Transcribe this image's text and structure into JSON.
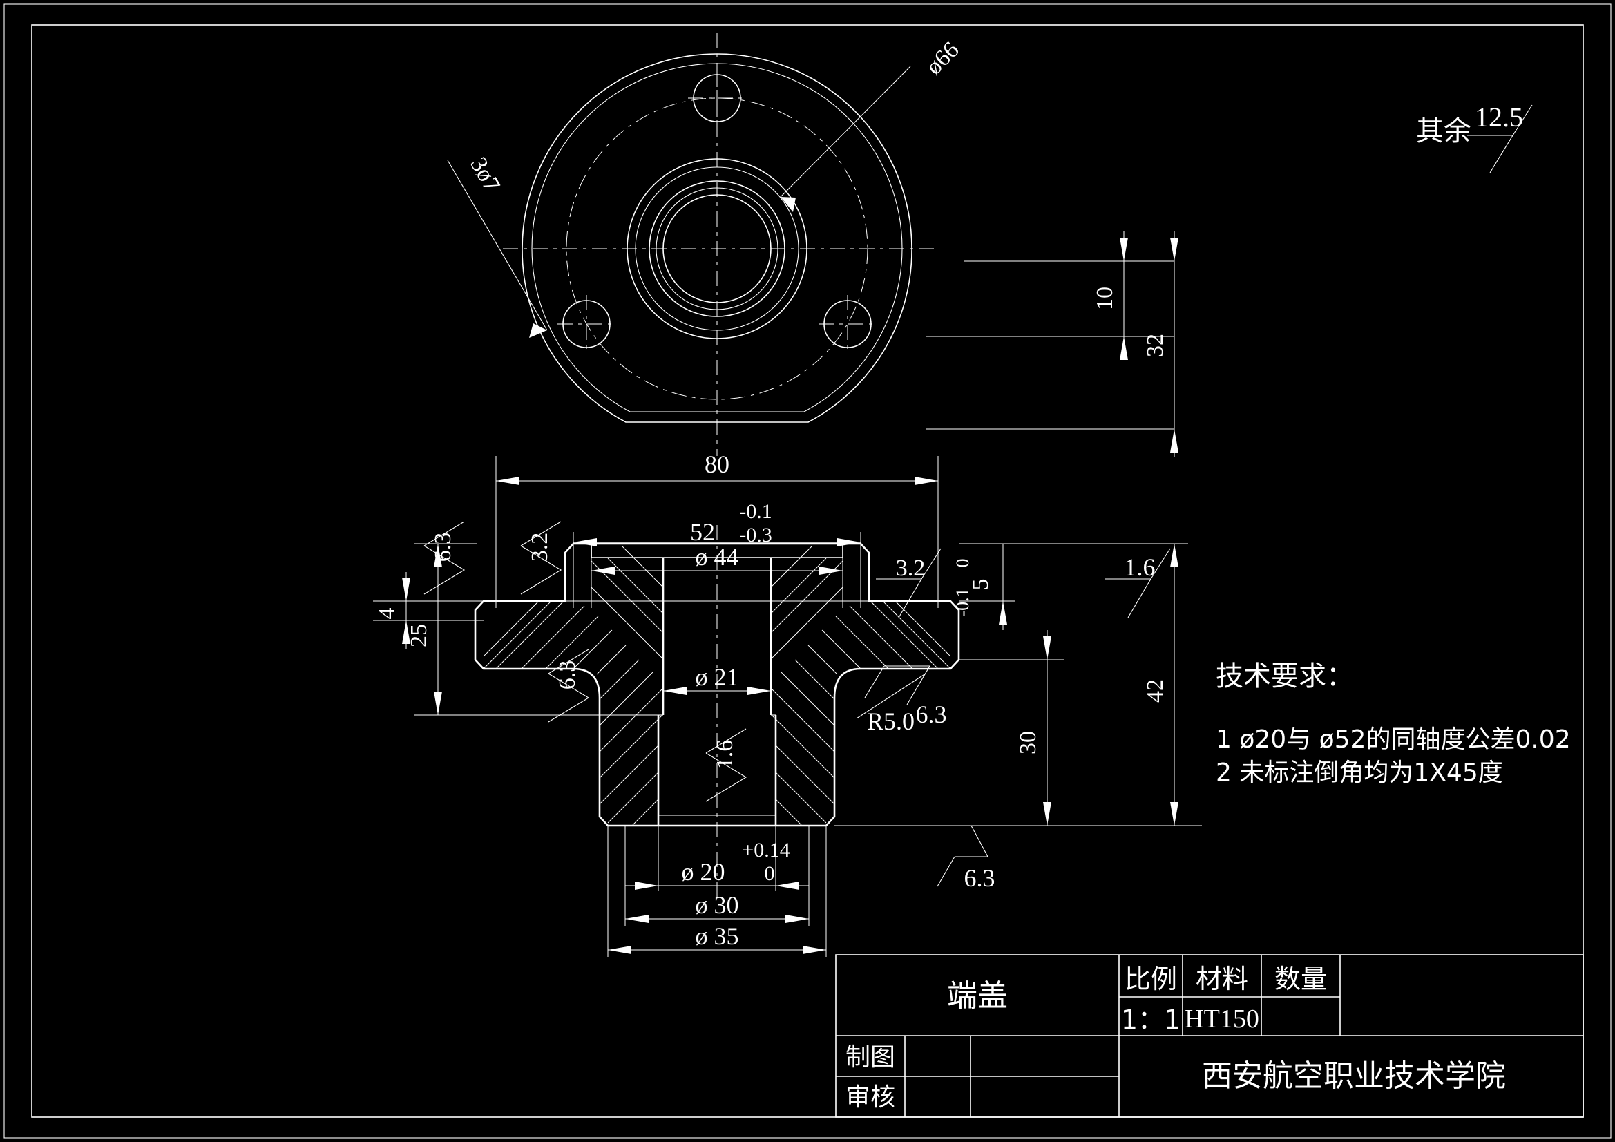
{
  "sheet": {
    "background_color": "#000000",
    "line_color": "#ffffff"
  },
  "general_note": {
    "label": "其余",
    "value": "12.5",
    "symbol": "roughness-triangle"
  },
  "top_view": {
    "dims": [
      {
        "name": "bolt-circle-dia",
        "text": "ø66"
      },
      {
        "name": "bolt-hole-count-dia",
        "text": "3ø7"
      }
    ]
  },
  "section_view": {
    "dims": [
      {
        "name": "overall-flange-dia",
        "text": "80"
      },
      {
        "name": "spigot-dia",
        "text": "52",
        "tol_upper": "-0.1",
        "tol_lower": "-0.3"
      },
      {
        "name": "recess-dia",
        "text": "ø 44"
      },
      {
        "name": "bore-upper-dia",
        "text": "ø 21"
      },
      {
        "name": "bore-lower-dia",
        "text": "ø 20",
        "tol_upper": "+0.14",
        "tol_lower": "0"
      },
      {
        "name": "boss-dia-30",
        "text": "ø 30"
      },
      {
        "name": "boss-dia-35",
        "text": "ø 35"
      },
      {
        "name": "flange-thickness",
        "text": "4"
      },
      {
        "name": "spigot-height",
        "text": "25"
      },
      {
        "name": "step-height",
        "text": "5",
        "tol_upper": "0",
        "tol_lower": "-0.1"
      },
      {
        "name": "boss-height",
        "text": "30"
      },
      {
        "name": "overall-height",
        "text": "42"
      },
      {
        "name": "hole-depth-10",
        "text": "10"
      },
      {
        "name": "hole-depth-32",
        "text": "32"
      },
      {
        "name": "fillet-radius",
        "text": "R5.0"
      }
    ],
    "roughness": [
      {
        "name": "ra-left-upper",
        "value": "6.3"
      },
      {
        "name": "ra-left-32",
        "value": "3.2"
      },
      {
        "name": "ra-left-lower",
        "value": "6.3"
      },
      {
        "name": "ra-right-32",
        "value": "3.2"
      },
      {
        "name": "ra-right-63",
        "value": "6.3"
      },
      {
        "name": "ra-top-16",
        "value": "1.6"
      },
      {
        "name": "ra-bore-16",
        "value": "1.6"
      },
      {
        "name": "ra-bottom-63",
        "value": "6.3"
      }
    ]
  },
  "tech_notes": {
    "heading": "技术要求：",
    "items": [
      "1  ø20与  ø52的同轴度公差0.02",
      "2  未标注倒角均为1X45度"
    ]
  },
  "title_block": {
    "part_name": "端盖",
    "scale_label": "比例",
    "material_label": "材料",
    "quantity_label": "数量",
    "scale_value": "1：1",
    "material_value": "HT150",
    "quantity_value": "",
    "drawn_label": "制图",
    "drawn_name": "",
    "drawn_date": "",
    "checked_label": "审核",
    "checked_name": "",
    "checked_date": "",
    "organization": "西安航空职业技术学院"
  }
}
